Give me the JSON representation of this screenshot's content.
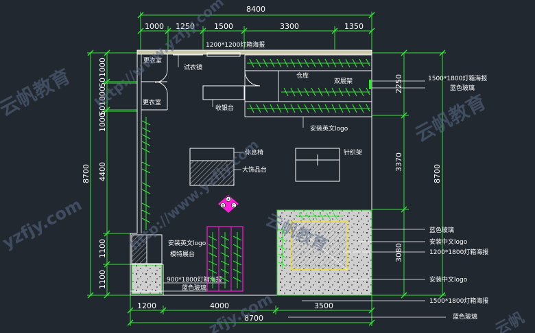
{
  "dimensions": {
    "total_top": "8400",
    "top_segments": [
      "1000",
      "1250",
      "1500",
      "3300",
      "1350"
    ],
    "total_bottom": "8700",
    "bottom_segments": [
      "1200",
      "4000",
      "3500"
    ],
    "total_left": "8700",
    "left_segments": [
      "1000",
      "50",
      "1000",
      "50",
      "1000",
      "4400",
      "1100",
      "1100"
    ],
    "right_segments": [
      "2250",
      "3370",
      "3080"
    ],
    "total_right": "8700"
  },
  "rooms": {
    "fitting_room_1": "更衣室",
    "fitting_room_2": "更衣室",
    "fitting_mirror": "试衣镜",
    "poster_top": "1200*1200灯箱海报",
    "warehouse": "仓库",
    "double_rack": "双层架",
    "cashier": "收银台",
    "logo_en_top": "安装英文logo",
    "rest_chair": "休息椅",
    "display_table": "大饰品台",
    "knit_rack": "针织架",
    "logo_en_bottom": "安装英文logo",
    "model_stage": "模特展台",
    "poster_900": "900*1800灯箱海报",
    "blue_glass_bottom_left": "蓝色玻璃"
  },
  "marks": [
    "A",
    "B",
    "C"
  ],
  "callouts": [
    "1500*1800灯箱海报",
    "蓝色玻璃",
    "蓝色玻璃",
    "安装中文logo",
    "1200*1800灯箱海报",
    "安装中文logo",
    "1500*1800灯箱海报",
    "蓝色玻璃"
  ],
  "watermarks": [
    "云帆教育",
    "http://www.yzfjy.com",
    "云帆教育",
    "yzfjy.com",
    "http://www.yzfjy.com",
    "云帆教育",
    "zfjy.com",
    "云帆"
  ]
}
